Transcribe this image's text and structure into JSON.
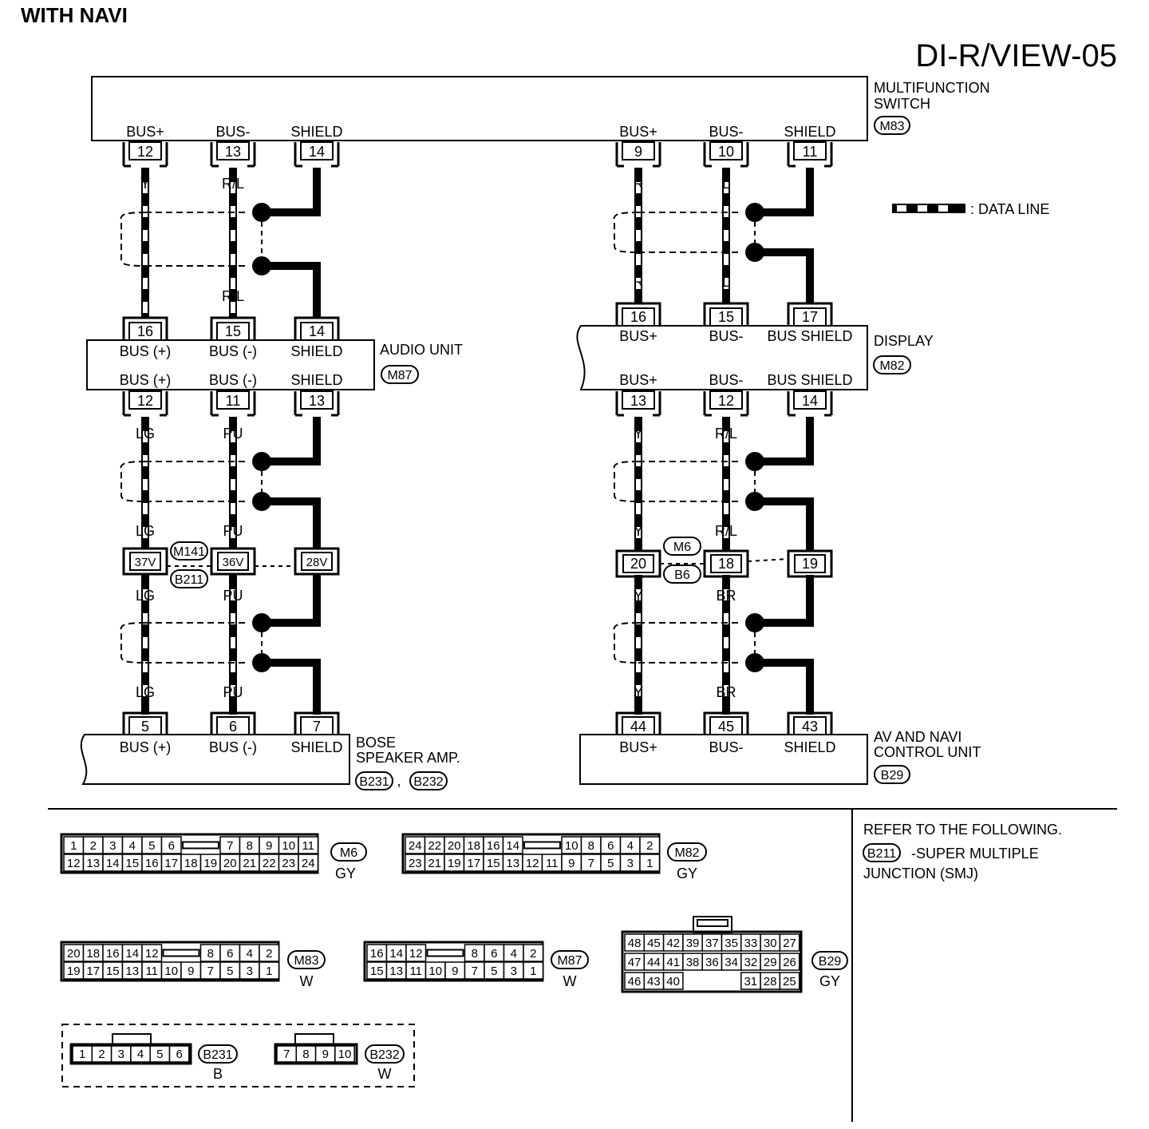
{
  "heading": "WITH NAVI",
  "page_code": "DI-R/VIEW-05",
  "legend_label": ": DATA LINE",
  "refer": {
    "title": "REFER TO THE FOLLOWING.",
    "code": "B211",
    "desc_1": "-SUPER MULTIPLE",
    "desc_2": "JUNCTION (SMJ)"
  },
  "components": [
    {
      "id": "multifunction",
      "name_1": "MULTIFUNCTION",
      "name_2": "SWITCH",
      "codes": [
        "M83"
      ],
      "top_labels": [],
      "bottom_labels": [
        "BUS+",
        "BUS-",
        "SHIELD",
        "BUS+",
        "BUS-",
        "SHIELD"
      ]
    },
    {
      "id": "audio",
      "name_1": "AUDIO UNIT",
      "name_2": "",
      "codes": [
        "M87"
      ],
      "top_labels": [
        "BUS (+)",
        "BUS (-)",
        "SHIELD"
      ],
      "bottom_labels": [
        "BUS (+)",
        "BUS (-)",
        "SHIELD"
      ]
    },
    {
      "id": "display",
      "name_1": "DISPLAY",
      "name_2": "",
      "codes": [
        "M82"
      ],
      "top_labels": [
        "BUS+",
        "BUS-",
        "BUS SHIELD"
      ],
      "bottom_labels": [
        "BUS+",
        "BUS-",
        "BUS SHIELD"
      ]
    },
    {
      "id": "bose",
      "name_1": "BOSE",
      "name_2": "SPEAKER AMP.",
      "codes": [
        "B231",
        "B232"
      ],
      "top_labels": [
        "BUS (+)",
        "BUS (-)",
        "SHIELD"
      ],
      "bottom_labels": []
    },
    {
      "id": "avnavi",
      "name_1": "AV AND NAVI",
      "name_2": "CONTROL UNIT",
      "codes": [
        "B29"
      ],
      "top_labels": [
        "BUS+",
        "BUS-",
        "SHIELD"
      ],
      "bottom_labels": []
    }
  ],
  "terminals": {
    "m83_left": [
      "12",
      "13",
      "14"
    ],
    "m83_right": [
      "9",
      "10",
      "11"
    ],
    "m87_top": [
      "16",
      "15",
      "14"
    ],
    "m87_bottom": [
      "12",
      "11",
      "13"
    ],
    "m82_top": [
      "16",
      "15",
      "17"
    ],
    "m82_bottom": [
      "13",
      "12",
      "14"
    ],
    "junction_left": [
      "37V",
      "36V",
      "28V"
    ],
    "junction_right": [
      "20",
      "18",
      "19"
    ],
    "bose": [
      "5",
      "6",
      "7"
    ],
    "b29": [
      "44",
      "45",
      "43"
    ]
  },
  "wire_colors": {
    "seg1_left": [
      "Y",
      "R/L",
      "Y",
      "R/L"
    ],
    "seg1_right": [
      "R",
      "L",
      "R",
      "L"
    ],
    "seg2_left": [
      "LG",
      "PU",
      "LG",
      "PU"
    ],
    "seg2_right": [
      "Y",
      "R/L",
      "Y",
      "R/L"
    ],
    "seg3_left": [
      "LG",
      "PU",
      "LG",
      "PU"
    ],
    "seg3_right": [
      "Y",
      "BR",
      "Y",
      "BR"
    ]
  },
  "junction_codes": {
    "left": [
      "M141",
      "B211"
    ],
    "right": [
      "M6",
      "B6"
    ]
  },
  "connector_faces": [
    {
      "code": "M6",
      "color": "GY",
      "top": [
        "1",
        "2",
        "3",
        "4",
        "5",
        "6",
        "",
        "7",
        "8",
        "9",
        "10",
        "11"
      ],
      "bottom": [
        "12",
        "13",
        "14",
        "15",
        "16",
        "17",
        "18",
        "19",
        "20",
        "21",
        "22",
        "23",
        "24"
      ]
    },
    {
      "code": "M82",
      "color": "GY",
      "top": [
        "24",
        "22",
        "20",
        "18",
        "16",
        "14",
        "",
        "10",
        "8",
        "6",
        "4",
        "2"
      ],
      "bottom": [
        "23",
        "21",
        "19",
        "17",
        "15",
        "13",
        "12",
        "11",
        "9",
        "7",
        "5",
        "3",
        "1"
      ]
    },
    {
      "code": "M83",
      "color": "W",
      "top": [
        "20",
        "18",
        "16",
        "14",
        "12",
        "",
        "8",
        "6",
        "4",
        "2"
      ],
      "bottom": [
        "19",
        "17",
        "15",
        "13",
        "11",
        "10",
        "9",
        "7",
        "5",
        "3",
        "1"
      ]
    },
    {
      "code": "M87",
      "color": "W",
      "top": [
        "16",
        "14",
        "12",
        "",
        "8",
        "6",
        "4",
        "2"
      ],
      "bottom": [
        "15",
        "13",
        "11",
        "10",
        "9",
        "7",
        "5",
        "3",
        "1"
      ]
    },
    {
      "code": "B29",
      "color": "GY",
      "row1": [
        "48",
        "45",
        "42",
        "39",
        "37",
        "35",
        "33",
        "30",
        "27"
      ],
      "row2": [
        "47",
        "44",
        "41",
        "38",
        "36",
        "34",
        "32",
        "29",
        "26"
      ],
      "row3": [
        "46",
        "43",
        "40",
        "31",
        "28",
        "25"
      ]
    },
    {
      "code": "B231",
      "color": "B",
      "cells": [
        "1",
        "2",
        "3",
        "4",
        "5",
        "6"
      ]
    },
    {
      "code": "B232",
      "color": "W",
      "cells": [
        "7",
        "8",
        "9",
        "10"
      ]
    }
  ]
}
